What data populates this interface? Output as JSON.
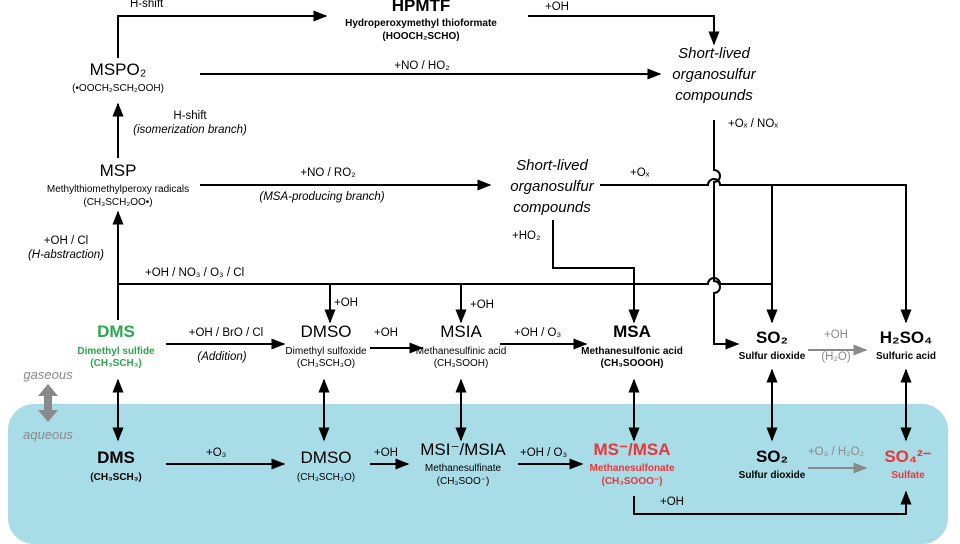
{
  "colors": {
    "aqueous_band": "#a8dce6",
    "dms_gas": "#2aa84a",
    "ms_aqueous": "#e8363a",
    "sulfate": "#e8363a",
    "minor_pathway": "#8a8a8a"
  },
  "phases": {
    "gaseous": "gaseous",
    "aqueous": "aqueous",
    "exchange_arrow_icon": "double-arrow-vertical"
  },
  "gas": {
    "hpmtf": {
      "name": "HPMTF",
      "full": "Hydroperoxymethyl thioformate",
      "formula": "(HOOCH₂SCHO)"
    },
    "mspo2": {
      "name": "MSPO₂",
      "formula": "(•OOCH₂SCH₂OOH)"
    },
    "msp": {
      "name": "MSP",
      "full": "Methylthiomethylperoxy radicals",
      "formula": "(CH₃SCH₂OO•)"
    },
    "short_lived_1": [
      "Short-lived",
      "organosulfur",
      "compounds"
    ],
    "short_lived_2": [
      "Short-lived",
      "organosulfur",
      "compounds"
    ],
    "dms": {
      "name": "DMS",
      "full": "Dimethyl sulfide",
      "formula": "(CH₃SCH₃)"
    },
    "dmso": {
      "name": "DMSO",
      "full": "Dimethyl sulfoxide",
      "formula": "(CH₃SCH₃O)"
    },
    "msia": {
      "name": "MSIA",
      "full": "Methanesulfinic acid",
      "formula": "(CH₃SOOH)"
    },
    "msa": {
      "name": "MSA",
      "full": "Methanesulfonic acid",
      "formula": "(CH₃SOOOH)"
    },
    "so2": {
      "name": "SO₂",
      "full": "Sulfur dioxide"
    },
    "h2so4": {
      "name": "H₂SO₄",
      "full": "Sulfuric acid"
    }
  },
  "aq": {
    "dms": {
      "name": "DMS",
      "formula": "(CH₃SCH₃)"
    },
    "dmso": {
      "name": "DMSO",
      "formula": "(CH₃SCH₃O)"
    },
    "msi": {
      "name": "MSI⁻/MSIA",
      "full": "Methanesulfinate",
      "formula": "(CH₃SOO⁻)"
    },
    "ms": {
      "name": "MS⁻/MSA",
      "full": "Methanesulfonate",
      "formula": "(CH₃SOOO⁻)"
    },
    "so2": {
      "name": "SO₂",
      "full": "Sulfur dioxide"
    },
    "so4": {
      "name": "SO₄²⁻",
      "full": "Sulfate"
    }
  },
  "labels": {
    "h_shift_top": "H-shift",
    "oh_top": "+OH",
    "no_ho2": "+NO / HO₂",
    "h_shift_mid": "H-shift",
    "isomerization": "(isomerization branch)",
    "ox_nox": "+Oₓ / NOₓ",
    "no_ro2": "+NO / RO₂",
    "msa_branch": "(MSA-producing branch)",
    "ox": "+Oₓ",
    "oh_cl": "+OH / Cl",
    "h_abstraction": "(H-abstraction)",
    "ho2": "+HO₂",
    "oh_no3_o3_cl": "+OH / NO₃ / O₃ / Cl",
    "oh_dmso_msia": "+OH",
    "oh_msia_msa": "+OH",
    "oh_bro_cl": "+OH / BrO / Cl",
    "addition": "(Addition)",
    "oh_dmso": "+OH",
    "oh_o3": "+OH / O₃",
    "oh_so2": "+OH",
    "h2o": "(H₂O)",
    "aq_o3": "+O₃",
    "aq_oh": "+OH",
    "aq_oh_o3": "+OH / O₃",
    "aq_o3_h2o2": "+O₃ / H₂O₂",
    "aq_oh_bottom": "+OH"
  }
}
